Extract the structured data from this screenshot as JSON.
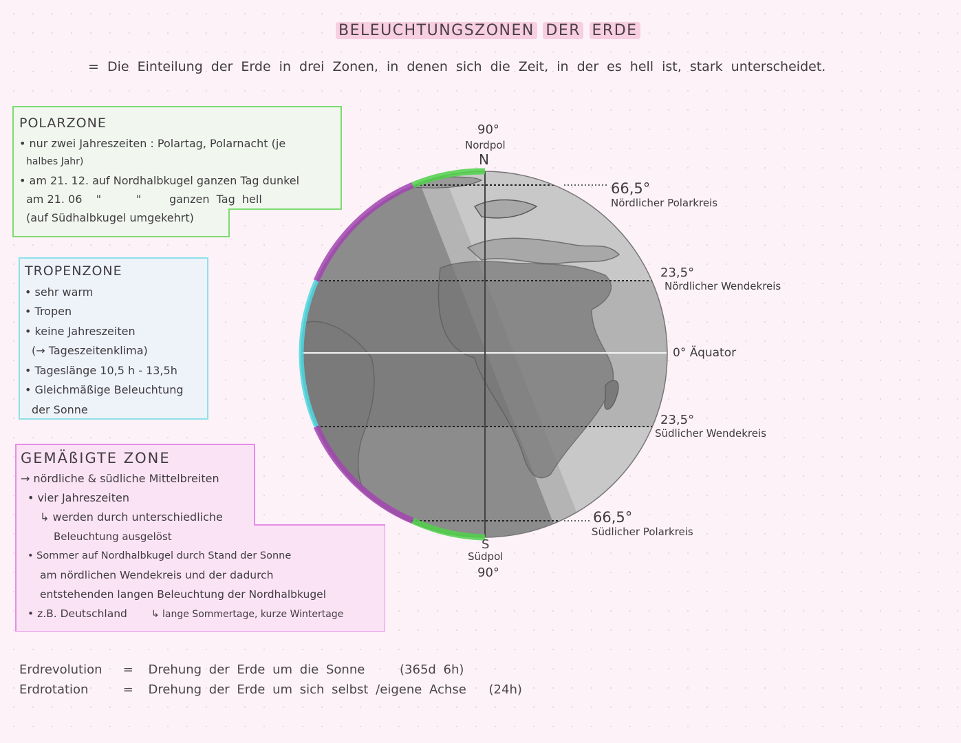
{
  "header": {
    "title_part1": "BELEUCHTUNGSZONEN",
    "title_part2": "DER",
    "title_part3": "ERDE",
    "definition": "= Die Einteilung der Erde in drei Zonen, in denen sich die Zeit, in der es hell ist, stark unterscheidet."
  },
  "colors": {
    "background": "#fdf2f8",
    "polar_accent": "#7ddb6f",
    "tropen_accent": "#8fe0ea",
    "gemaessigt_accent": "#e48ee6",
    "globe_dark": "#7a7a7a",
    "globe_light": "#c9c9c9",
    "purple_arc": "#a145b0",
    "green_arc": "#4fd14a",
    "cyan_arc": "#4fd8e0"
  },
  "polarzone": {
    "heading": "POLARZONE",
    "lines": [
      "• nur zwei Jahreszeiten : Polartag, Polarnacht (je",
      "halbes Jahr)",
      "• am 21. 12. auf Nordhalbkugel  ganzen Tag  dunkel",
      "am 21. 06    \"          \"        ganzen  Tag  hell",
      "(auf Südhalbkugel umgekehrt)"
    ]
  },
  "tropenzone": {
    "heading": "TROPENZONE",
    "lines": [
      "• sehr warm",
      "• Tropen",
      "• keine Jahreszeiten",
      "(→ Tageszeitenklima)",
      "• Tageslänge 10,5 h - 13,5h",
      "• Gleichmäßige Beleuchtung",
      "der Sonne"
    ]
  },
  "gemaessigte_zone": {
    "heading": "GEMÄßIGTE ZONE",
    "lines": [
      "→ nördliche & südliche Mittelbreiten",
      "• vier Jahreszeiten",
      "↳ werden durch unterschiedliche",
      "Beleuchtung ausgelöst",
      "• Sommer auf Nordhalbkugel durch Stand der Sonne",
      "am nördlichen Wendekreis und der dadurch",
      "entstehenden langen Beleuchtung der Nordhalbkugel",
      "• z.B. Deutschland",
      "↳ lange Sommertage, kurze Wintertage"
    ]
  },
  "globe": {
    "north": {
      "degree": "90°",
      "name": "Nordpol",
      "letter": "N"
    },
    "south": {
      "degree": "90°",
      "name": "Südpol",
      "letter": "S"
    },
    "lines": [
      {
        "degree": "66,5°",
        "name": "Nördlicher Polarkreis"
      },
      {
        "degree": "23,5°",
        "name": "Nördlicher Wendekreis"
      },
      {
        "degree": "0°",
        "name": "Äquator"
      },
      {
        "degree": "23,5°",
        "name": "Südlicher Wendekreis"
      },
      {
        "degree": "66,5°",
        "name": "Südlicher Polarkreis"
      }
    ]
  },
  "definitions": [
    {
      "term": "Erdrevolution",
      "eq": "=",
      "text": "Drehung der Erde um die Sonne",
      "value": "(365d 6h)"
    },
    {
      "term": "Erdrotation",
      "eq": "=",
      "text": "Drehung der Erde um sich selbst /eigene Achse",
      "value": "(24h)"
    }
  ]
}
